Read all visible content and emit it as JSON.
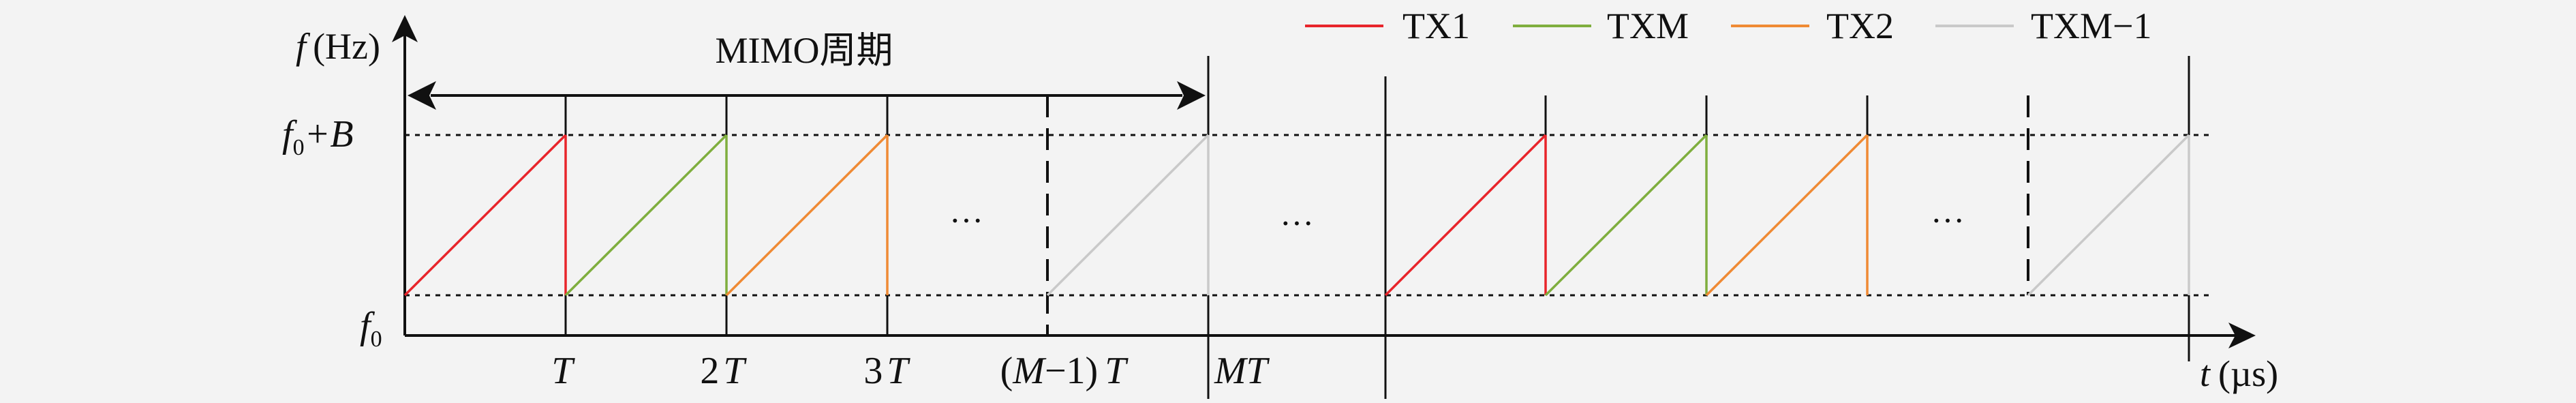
{
  "colors": {
    "tx1": "#e8252b",
    "txm": "#7fae3e",
    "tx2": "#ef8a34",
    "txm1": "#c9c9c9",
    "axis": "#111111",
    "background": "#f3f3f3"
  },
  "axes": {
    "y_var": "f",
    "y_unit": "(Hz)",
    "x_var": "t",
    "x_unit": "(µs)"
  },
  "levels": {
    "top_main": "f",
    "top_sub": "0",
    "top_rest": "+B",
    "bottom_main": "f",
    "bottom_sub": "0"
  },
  "period": {
    "label": "MIMO周期"
  },
  "legend": [
    {
      "key": "tx1",
      "label": "TX1"
    },
    {
      "key": "txm",
      "label": "TXM"
    },
    {
      "key": "tx2",
      "label": "TX2"
    },
    {
      "key": "txm1",
      "label": "TXM−1"
    }
  ],
  "ticks": {
    "t1": "T",
    "t2_num": "2",
    "t2_var": "T",
    "t3_num": "3",
    "t3_var": "T",
    "tm1_open": "(",
    "tm1_var": "M",
    "tm1_rest": "−1)",
    "tm1_T": "T",
    "mt": "MT"
  },
  "ellipsis": "···"
}
